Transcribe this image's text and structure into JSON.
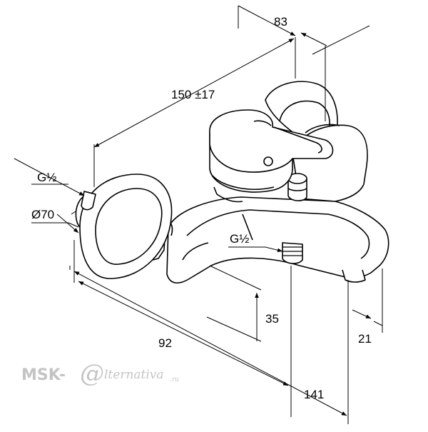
{
  "dimensions": {
    "d83": "83",
    "d150": "150 ±17",
    "thread_left": "G½",
    "diameter": "Ø70",
    "thread_spout": "G½",
    "d35": "35",
    "d92": "92",
    "d21": "21",
    "d141": "141"
  },
  "watermark": {
    "left": "MSK-",
    "at": "@",
    "right": "lternativa",
    "tld": ".ru"
  },
  "colors": {
    "line": "#000000",
    "watermark": "#c4c4c4"
  }
}
